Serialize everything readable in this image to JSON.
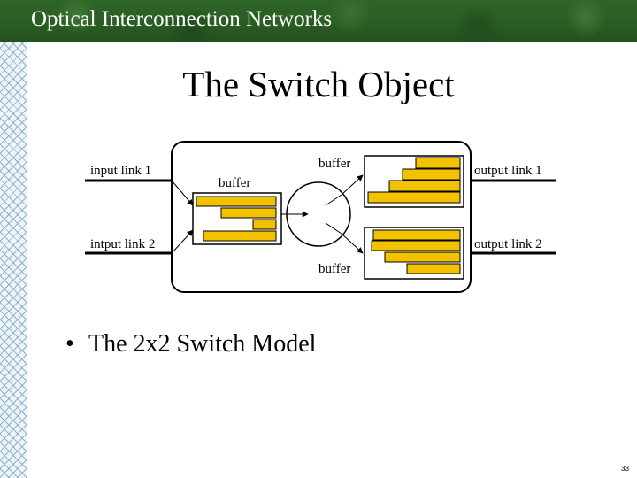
{
  "header": {
    "title": "Optical Interconnection Networks"
  },
  "slide": {
    "title": "The Switch Object",
    "bullet": "The 2x2 Switch Model",
    "page_number": "33"
  },
  "diagram": {
    "labels": {
      "input_link_1": "input link 1",
      "input_link_2": "intput link 2",
      "output_link_1": "output link 1",
      "output_link_2": "output link 2",
      "buffer_input": "buffer",
      "buffer_output_top": "buffer",
      "buffer_output_bottom": "buffer"
    },
    "colors": {
      "buffer_fill": "#f2c200",
      "line": "#000000"
    }
  }
}
